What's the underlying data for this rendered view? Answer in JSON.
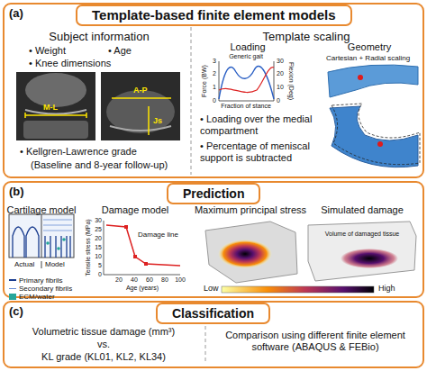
{
  "diagram": {
    "nodes": [
      {
        "text": [
          "(a)"
        ]
      },
      {
        "text": [
          "Template-based finite element models"
        ],
        "in": 0
      },
      {
        "text": [
          "(b)"
        ]
      },
      {
        "text": [
          "Prediction"
        ],
        "in": 2
      },
      {
        "text": [
          "(c)"
        ]
      },
      {
        "text": [
          "Classification"
        ],
        "in": 4
      }
    ],
    "labels": [
      "Subject information",
      "Template scaling",
      "• Weight",
      "• Age",
      "• Knee dimensions",
      "M-L",
      "A-P",
      "Js",
      "• Kellgren-Lawrence grade",
      "(Baseline and 8-year follow-up)",
      "Loading",
      "Geometry",
      "Generic gait",
      "Force (BW)",
      "Flexion (Deg)",
      "0",
      "1",
      "2",
      "3",
      "0",
      "10",
      "20",
      "30",
      "Fraction of stance",
      "• Loading over the medial compartment",
      "• Percentage of meniscal support is subtracted",
      "Cartesian + Radial scaling",
      "Cartilage model",
      "Damage model",
      "Maximum principal stress",
      "Simulated damage",
      "Actual",
      "Model",
      "Tensile stress (MPa)",
      "0",
      "5",
      "10",
      "15",
      "20",
      "25",
      "30",
      "20",
      "40",
      "60",
      "80",
      "100",
      "Age (years)",
      "Damage line",
      "Volume of damaged tissue",
      "Low",
      "High",
      "Volumetric tissue damage (mm³)",
      "vs.",
      "KL grade (KL01, KL2, KL34)",
      "Comparison using different finite element software (ABAQUS & FEBio)"
    ],
    "legend": [
      {
        "text": "Primary fibrils"
      },
      {
        "text": "Secondary fibrils"
      },
      {
        "text": "ECM/water",
        "color": "#26a69a"
      }
    ]
  }
}
